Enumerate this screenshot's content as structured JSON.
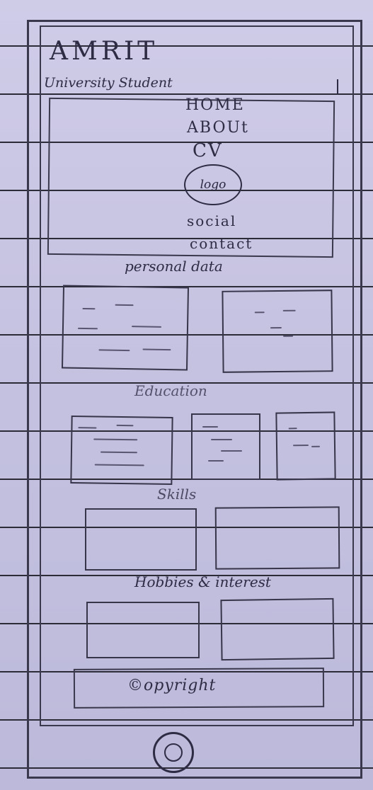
{
  "header": {
    "brand": "AMRIT",
    "tagline": "University Student"
  },
  "nav": {
    "items": [
      {
        "label": "HOME"
      },
      {
        "label": "ABOUt"
      },
      {
        "label": "CV"
      }
    ],
    "logo": "logo",
    "items_after_logo": [
      {
        "label": "social"
      },
      {
        "label": "contact"
      }
    ]
  },
  "sections": {
    "personal": {
      "title": "personal data"
    },
    "education": {
      "title": "Education"
    },
    "skills": {
      "title": "Skills"
    },
    "hobbies": {
      "title": "Hobbies & interest"
    }
  },
  "footer": {
    "copyright": "©opyright"
  }
}
